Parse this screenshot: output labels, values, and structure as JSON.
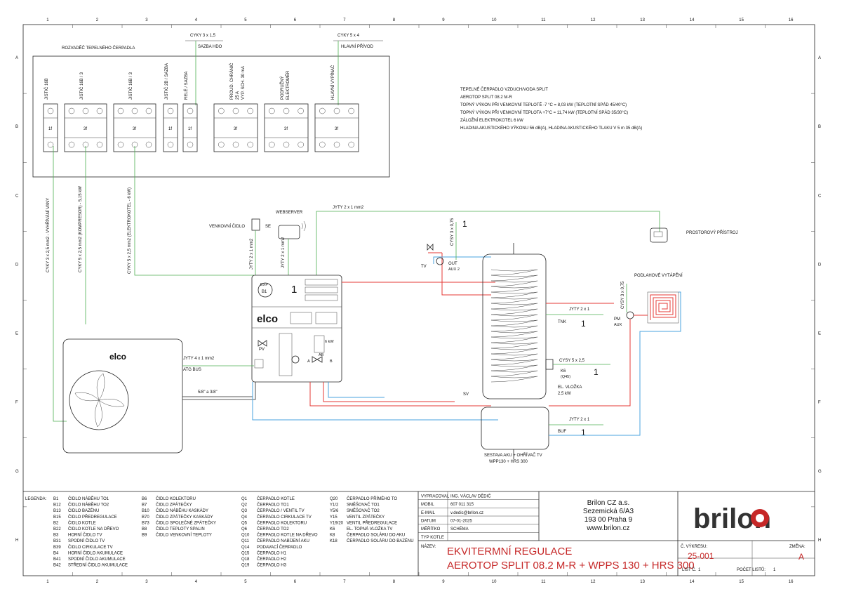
{
  "grid": {
    "columns": [
      "1",
      "2",
      "3",
      "4",
      "5",
      "6",
      "7",
      "8",
      "9",
      "10",
      "11",
      "12",
      "13",
      "14",
      "15",
      "16"
    ],
    "rows": [
      "A",
      "B",
      "C",
      "D",
      "E",
      "F",
      "G",
      "H"
    ]
  },
  "panel": {
    "title": "ROZVADĚČ TEPELNÉHO ČERPADLA",
    "cable_hdo": "CYKY 3 x 1,5",
    "cable_hdo_label": "SAZBA HDO",
    "cable_main": "CYKY 5 x 4",
    "cable_main_label": "HLAVNÍ PŘÍVOD",
    "modules": [
      {
        "label": "JISTIČ 16B",
        "type": "1f"
      },
      {
        "label": "JISTIČ 16B / 3",
        "type": "3f"
      },
      {
        "label": "JISTIČ 16B / 3",
        "type": "3f"
      },
      {
        "label": "JISTIČ 2B / SAZBA",
        "type": "1f"
      },
      {
        "label": "RELÉ / SAZBA",
        "type": "1f"
      },
      {
        "label": "PROUD. CHRÁNIČ",
        "label2": "25 A",
        "label3": "VYP. SCH. 30 mA",
        "type": "3f"
      },
      {
        "label": "PODRUŽNÝ",
        "label2": "ELEKTROMĚR",
        "type": "3f"
      },
      {
        "label": "HLAVNÍ VYPÍNAČ",
        "type": "3f"
      }
    ]
  },
  "specs": [
    "TEPELNÉ ČERPADLO VZDUCH/VODA SPLIT",
    "AEROTOP SPLIT 08.2 M-R",
    "TOPNÝ VÝKON PŘI VENKOVNÍ TEPLOTĚ -7 °C = 8,03 kW (TEPLOTNÍ SPÁD 45/40°C)",
    "TOPNÝ VÝKON PŘI VENKOVNÍ TEPLOTA +7°C = 11,74 kW (TEPLOTNÍ SPÁD 35/30°C)",
    "ZÁLOŽNÍ ELEKTROKOTEL 6 kW",
    "HLADINA AKUSTICKÉHO VÝKONU 56 dB(A), HLADINA AKUSTICKÉHO TLAKU V 5 m 35 dB(A)"
  ],
  "cables_vertical": [
    "CYKY 3 x 2,5 mm2 - VYHŘÍVÁNÍ VANY",
    "CYKY 5 x 2,5 mm2 (KOMPRESOR) - 5,15 kW",
    "CYKY 5 x 2,5 mm2 (ELEKTROKOTEL - 6 kW)"
  ],
  "schematic": {
    "outdoor_sensor": "VENKOVNÍ ČIDLO",
    "se": "SE",
    "webserver": "WEBSERVER",
    "jyty_web": "JYTY 2 x 1 mm2",
    "jyty_s1": "JYTY 2 x 1 mm2",
    "jyty_s2": "JYTY 2 x 1 mm2",
    "room_device": "PROSTOROVÝ PŘÍSTROJ",
    "cysy_top": "CYSY 3 x 0,75",
    "num_1": "1",
    "tv": "TV",
    "out": "OUT",
    "aux2": "AUX 2",
    "unit_exp": "EXP",
    "unit_b1": "B1",
    "unit_num": "1",
    "elco": "elco",
    "elco_outdoor": "elco",
    "pv": "PV",
    "six_kw": "6 kW",
    "ab": "AB",
    "a": "A",
    "b": "B",
    "jyty_bus": "JYTY 4 x 1 mm2",
    "atg_bus": "ATG BUS",
    "pipe": "5/8\" a 3/8\"",
    "floor_heating": "PODLAHOVÉ VYTÁPĚNÍ",
    "cysy_pm": "CYSY 3 x 0,75",
    "pm": "PM",
    "aux": "AUX",
    "jyty_tnk": "JYTY 2 x 1",
    "tnk": "TNK",
    "tnk_num": "1",
    "cysy_k6": "CYSY 5 x 2,5",
    "k6": "K6",
    "q45": "(Q45)",
    "k6_num": "1",
    "el_vlozka": "EL. VLOŽKA",
    "el_vlozka_kw": "2,5 kW",
    "sv": "SV",
    "jyty_buf": "JYTY 2 x 1",
    "buf": "BUF",
    "buf_num": "1",
    "tank_label1": "SESTAVA AKU + OHŘÍVAČ TV",
    "tank_label2": "WPP130 + HRS 300"
  },
  "legend": {
    "title": "LEGENDA:",
    "col1": [
      [
        "B1",
        "ČIDLO NÁBĚHU TO1"
      ],
      [
        "B12",
        "ČIDLO NÁBĚHU TO2"
      ],
      [
        "B13",
        "ČIDLO BAZÉNU"
      ],
      [
        "B15",
        "ČIDLO PŘEDREGULACE"
      ],
      [
        "B2",
        "ČIDLO KOTLE"
      ],
      [
        "B22",
        "ČIDLO KOTLE NA DŘEVO"
      ],
      [
        "B3",
        "HORNÍ ČIDLO TV"
      ],
      [
        "B31",
        "SPODNÍ ČIDLO TV"
      ],
      [
        "B39",
        "ČIDLO CIRKULACE TV"
      ],
      [
        "B4",
        "HORNÍ ČIDLO AKUMULACE"
      ],
      [
        "B41",
        "SPODNÍ ČIDLO AKUMULACE"
      ],
      [
        "B42",
        "STŘEDNÍ ČIDLO AKUMULACE"
      ]
    ],
    "col2": [
      [
        "B6",
        "ČIDLO KOLEKTORU"
      ],
      [
        "B7",
        "ČIDLO ZPÁTEČKY"
      ],
      [
        "B10",
        "ČIDLO NÁBĚHU KASKÁDY"
      ],
      [
        "B70",
        "ČIDLO ZPÁTEČKY KASKÁDY"
      ],
      [
        "B73",
        "ČIDLO SPOLEČNÉ ZPÁTEČKY"
      ],
      [
        "B8",
        "ČIDLO TEPLOTY SPALIN"
      ],
      [
        "B9",
        "ČIDLO VENKOVNÍ TEPLOTY"
      ]
    ],
    "col3": [
      [
        "Q1",
        "ČERPADLO KOTLE"
      ],
      [
        "Q2",
        "ČERPADLO TO1"
      ],
      [
        "Q3",
        "ČERPADLO / VENTIL TV"
      ],
      [
        "Q4",
        "ČERPADLO CIRKULACE TV"
      ],
      [
        "Q5",
        "ČERPADLO KOLEKTORU"
      ],
      [
        "Q6",
        "ČERPADLO TO2"
      ],
      [
        "Q10",
        "ČERPADLO KOTLE NA DŘEVO"
      ],
      [
        "Q11",
        "ČERPADLO NABÍJENÍ AKU"
      ],
      [
        "Q14",
        "PODAVACÍ ČERPADLO"
      ],
      [
        "Q15",
        "ČERPADLO H1"
      ],
      [
        "Q18",
        "ČERPADLO H2"
      ],
      [
        "Q19",
        "ČERPADLO H3"
      ]
    ],
    "col4": [
      [
        "Q20",
        "ČERPADLO PŘÍMÉHO TO"
      ],
      [
        "Y1/2",
        "SMĚŠOVAČ TO1"
      ],
      [
        "Y5/6",
        "SMĚŠOVAČ TO2"
      ],
      [
        "Y15",
        "VENTIL ZPÁTEČKY"
      ],
      [
        "Y19/20",
        "VENTIL PŘEDREGULACE"
      ],
      [
        "K6",
        "EL. TOPNÁ VLOŽKA TV"
      ],
      [
        "K8",
        "ČERPADLO SOLÁRU DO AKU"
      ],
      [
        "K18",
        "ČERPADLO SOLÁRU DO BAZÉNU"
      ]
    ]
  },
  "title_block": {
    "rows": [
      [
        "VYPRACOVAL",
        "ING. VÁCLAV DĚDIČ"
      ],
      [
        "MOBIL",
        "607 011 315"
      ],
      [
        "E-MAIL",
        "v.dedic@brilon.cz"
      ],
      [
        "DATUM",
        "07-01-2025"
      ],
      [
        "MĚŘÍTKO",
        "SCHÉMA"
      ],
      [
        "TYP KOTLE",
        ""
      ]
    ],
    "company": [
      "Brilon CZ a.s.",
      "Sezemická 6/A3",
      "193 00 Praha 9",
      "www.brilon.cz"
    ],
    "name_label": "NÁZEV:",
    "name_line1": "EKVITERMNÍ REGULACE",
    "name_line2": "AEROTOP SPLIT 08.2 M-R + WPPS 130 + HRS 300",
    "logo": "brilon",
    "drawing_no_label": "Č. VÝKRESU:",
    "drawing_no": "25-001",
    "change_label": "ZMĚNA:",
    "change": "A",
    "sheet_label": "LIST Č.",
    "sheet": "1",
    "sheets_label": "POČET LISTŮ:",
    "sheets": "1"
  },
  "colors": {
    "flow": "#e53935",
    "return": "#4aa3df",
    "signal": "#4caf50",
    "brand": "#c62828"
  }
}
